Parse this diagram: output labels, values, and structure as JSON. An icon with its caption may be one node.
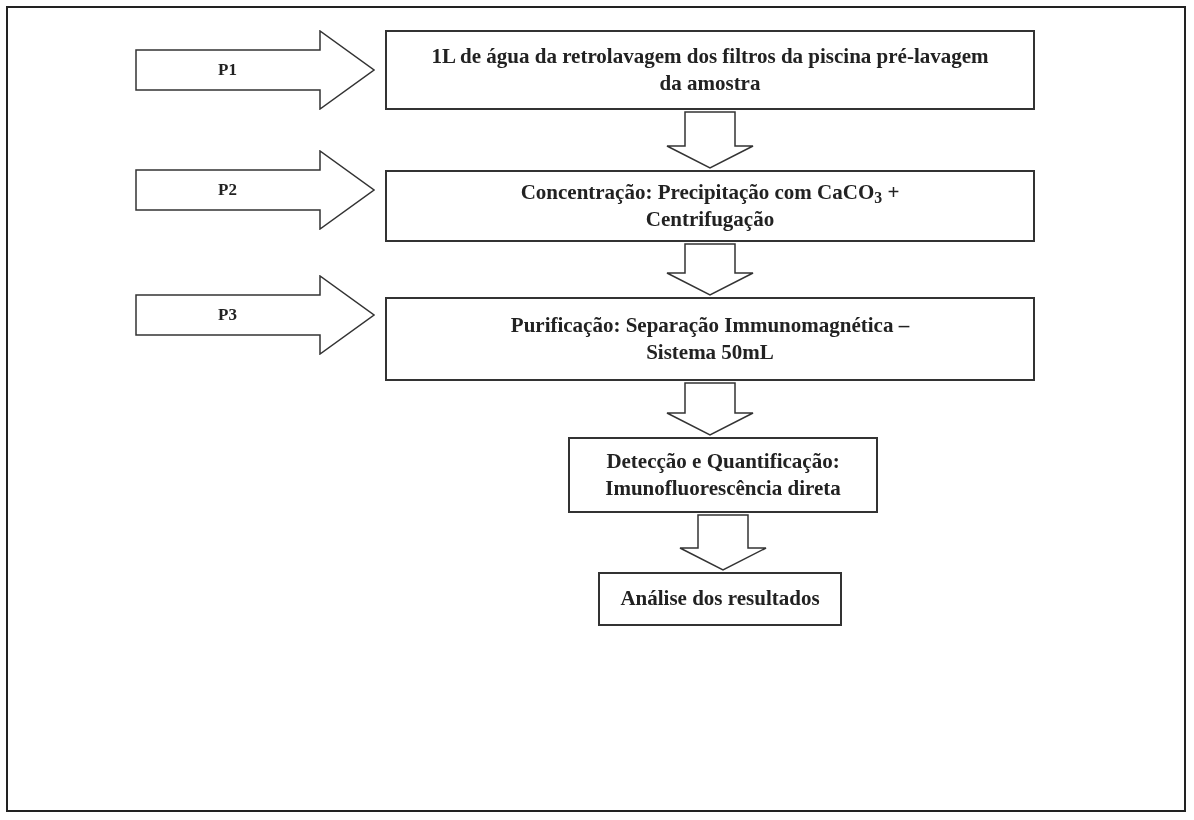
{
  "diagram": {
    "nodes": [
      {
        "text": [
          "P1"
        ]
      },
      {
        "text": [
          "1L de água da retrolavagem dos filtros da piscina pré-lavagem da amostra"
        ]
      },
      {
        "text": [
          "P2"
        ]
      },
      {
        "text": [
          "Concentração: Precipitação com CaCO$_{3}$ + Centrifugação"
        ]
      },
      {
        "text": [
          "P3"
        ]
      },
      {
        "text": [
          "Purificação: Separação Immunomagnética – Sistema 50mL"
        ]
      },
      {
        "text": [
          "Detecção e Quantificação: Imunofluorescência direta"
        ]
      },
      {
        "text": [
          "Análise dos resultados"
        ]
      }
    ],
    "edges": [
      {
        "from": 1,
        "to": 3,
        "arrow": "to"
      },
      {
        "from": 3,
        "to": 5,
        "arrow": "to"
      },
      {
        "from": 5,
        "to": 6,
        "arrow": "to"
      },
      {
        "from": 6,
        "to": 7,
        "arrow": "to"
      }
    ]
  }
}
